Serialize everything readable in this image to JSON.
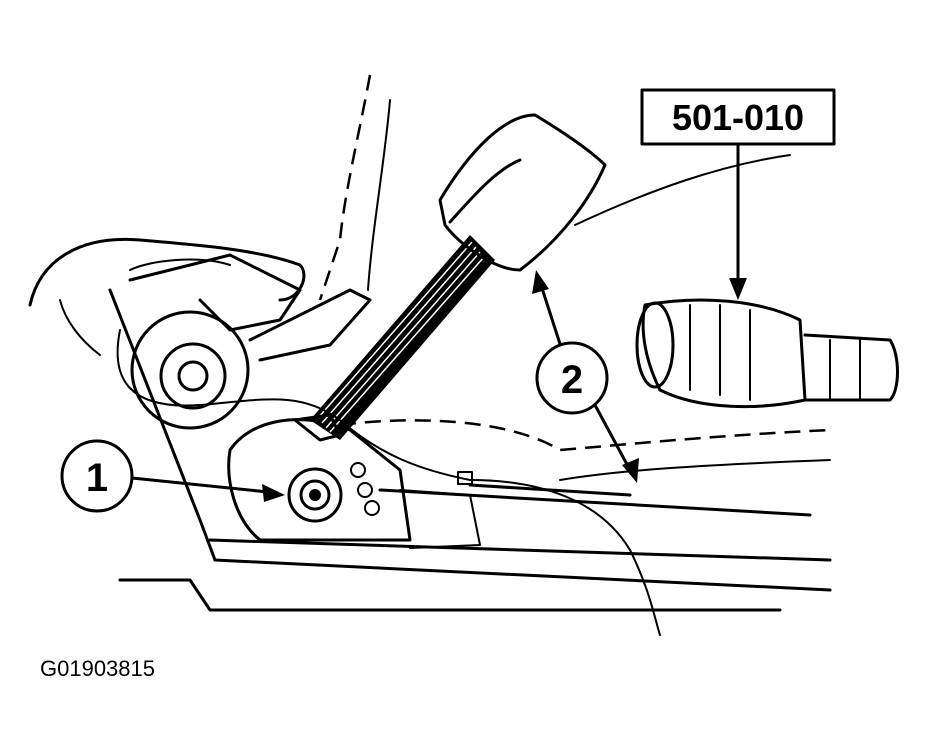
{
  "diagram": {
    "tool_label": "501-010",
    "callouts": [
      "1",
      "2"
    ],
    "figure_id": "G01903815"
  }
}
